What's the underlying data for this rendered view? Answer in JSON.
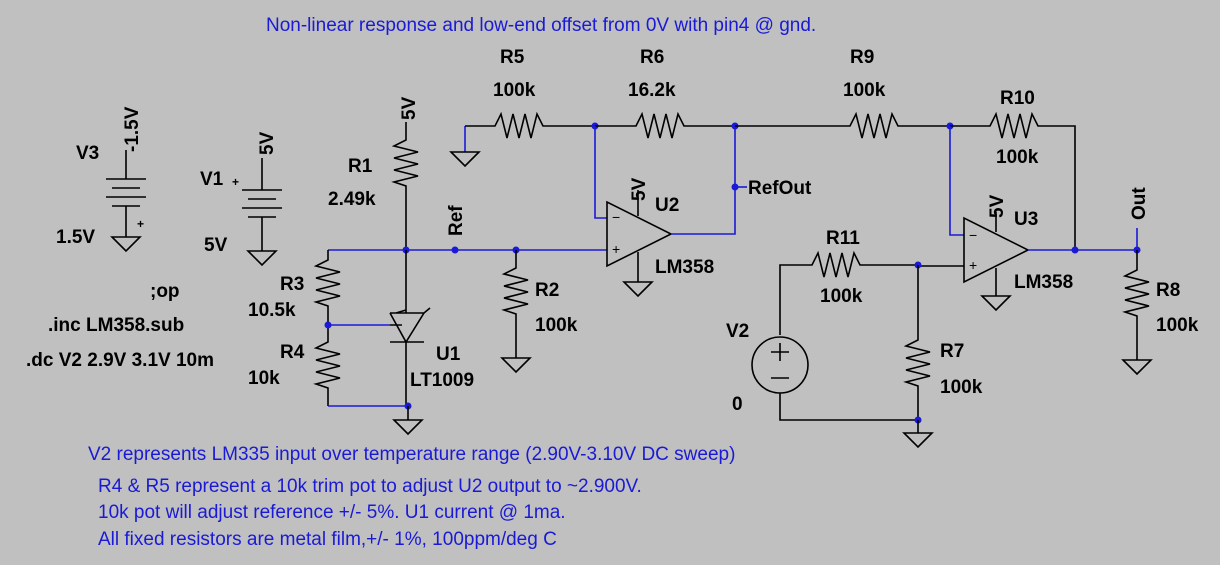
{
  "title": "Non-linear response and low-end offset from 0V with pin4 @ gnd.",
  "directives": [
    ".inc LM358.sub",
    ".dc V2 2.9V 3.1V 10m"
  ],
  "comment_directive": ";op",
  "nets": {
    "ref": "Ref",
    "refout": "RefOut",
    "out": "Out"
  },
  "components": {
    "V3": {
      "name": "V3",
      "top": "-1.5V",
      "bottom": "1.5V"
    },
    "V1": {
      "name": "V1",
      "top": "5V",
      "bottom": "5V"
    },
    "V2": {
      "name": "V2",
      "value": "0"
    },
    "R1": {
      "name": "R1",
      "value": "2.49k",
      "supply": "5V"
    },
    "R2": {
      "name": "R2",
      "value": "100k"
    },
    "R3": {
      "name": "R3",
      "value": "10.5k"
    },
    "R4": {
      "name": "R4",
      "value": "10k"
    },
    "R5": {
      "name": "R5",
      "value": "100k"
    },
    "R6": {
      "name": "R6",
      "value": "16.2k"
    },
    "R7": {
      "name": "R7",
      "value": "100k"
    },
    "R8": {
      "name": "R8",
      "value": "100k"
    },
    "R9": {
      "name": "R9",
      "value": "100k"
    },
    "R10": {
      "name": "R10",
      "value": "100k"
    },
    "R11": {
      "name": "R11",
      "value": "100k"
    },
    "U1": {
      "name": "U1",
      "part": "LT1009"
    },
    "U2": {
      "name": "U2",
      "part": "LM358",
      "supply": "5V"
    },
    "U3": {
      "name": "U3",
      "part": "LM358",
      "supply": "5V"
    }
  },
  "notes": [
    "V2 represents LM335 input over temperature range (2.90V-3.10V DC sweep)",
    "R4 & R5 represent a 10k trim pot to adjust U2 output to ~2.900V.",
    "10k pot will adjust reference +/- 5%. U1 current @ 1ma.",
    "All fixed resistors are metal film,+/- 1%, 100ppm/deg C"
  ]
}
